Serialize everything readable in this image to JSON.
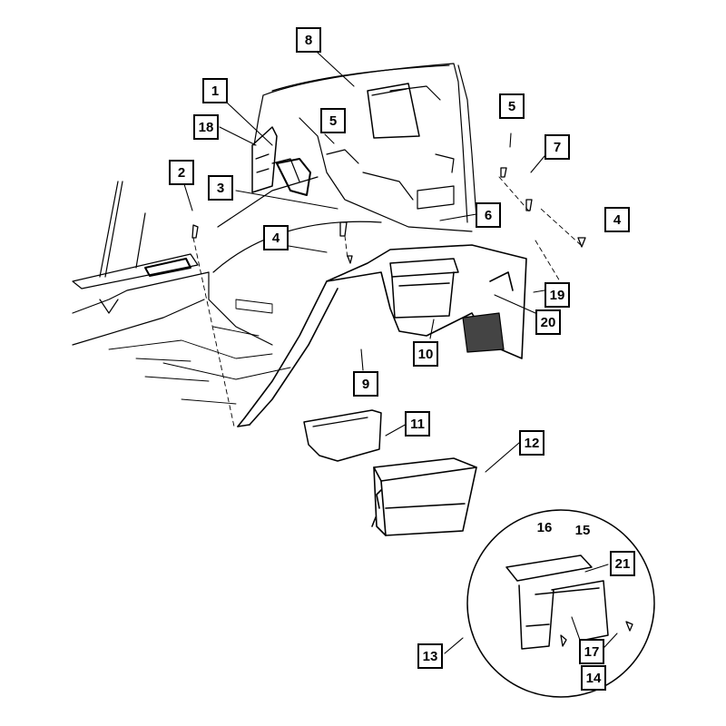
{
  "callouts": {
    "c1": "1",
    "c2": "2",
    "c3": "3",
    "c4a": "4",
    "c4b": "4",
    "c5a": "5",
    "c5b": "5",
    "c6": "6",
    "c7": "7",
    "c8": "8",
    "c9": "9",
    "c10": "10",
    "c11": "11",
    "c12": "12",
    "c13": "13",
    "c14": "14",
    "c15": "15",
    "c16": "16",
    "c17": "17",
    "c18": "18",
    "c19": "19",
    "c20": "20",
    "c21": "21"
  },
  "colors": {
    "line": "#000000",
    "background": "#ffffff",
    "shade": "#444444"
  }
}
